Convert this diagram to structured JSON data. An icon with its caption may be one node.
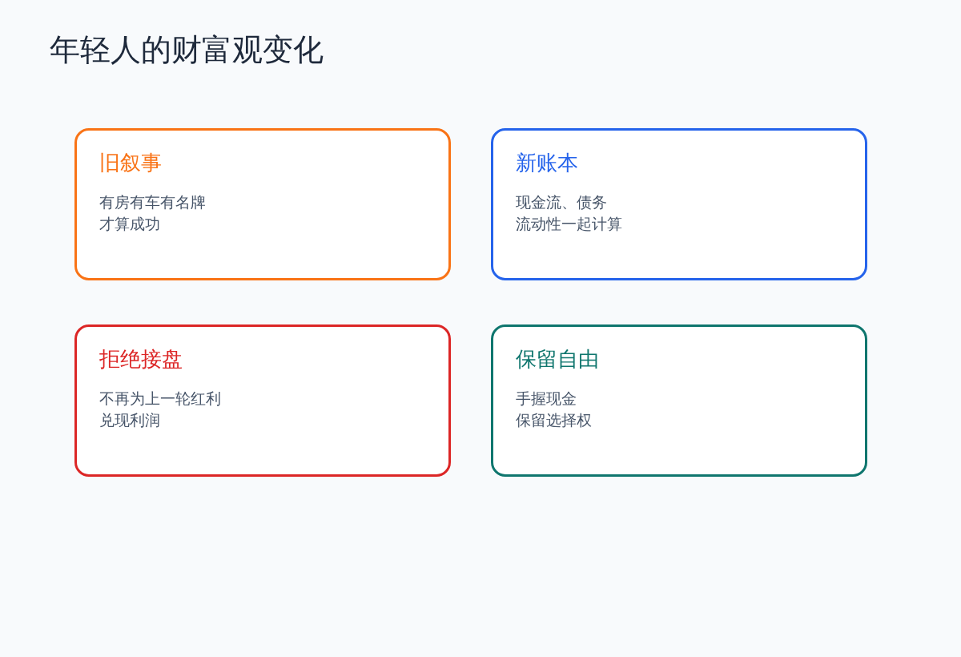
{
  "diagram": {
    "title": "年轻人的财富观变化",
    "nodes": [
      {
        "text": [
          "旧叙事",
          "有房有车有名牌",
          "才算成功"
        ]
      },
      {
        "text": [
          "新账本",
          "现金流、债务",
          "流动性一起计算"
        ]
      },
      {
        "text": [
          "拒绝接盘",
          "不再为上一轮红利",
          "兑现利润"
        ]
      },
      {
        "text": [
          "保留自由",
          "手握现金",
          "保留选择权"
        ]
      }
    ]
  }
}
